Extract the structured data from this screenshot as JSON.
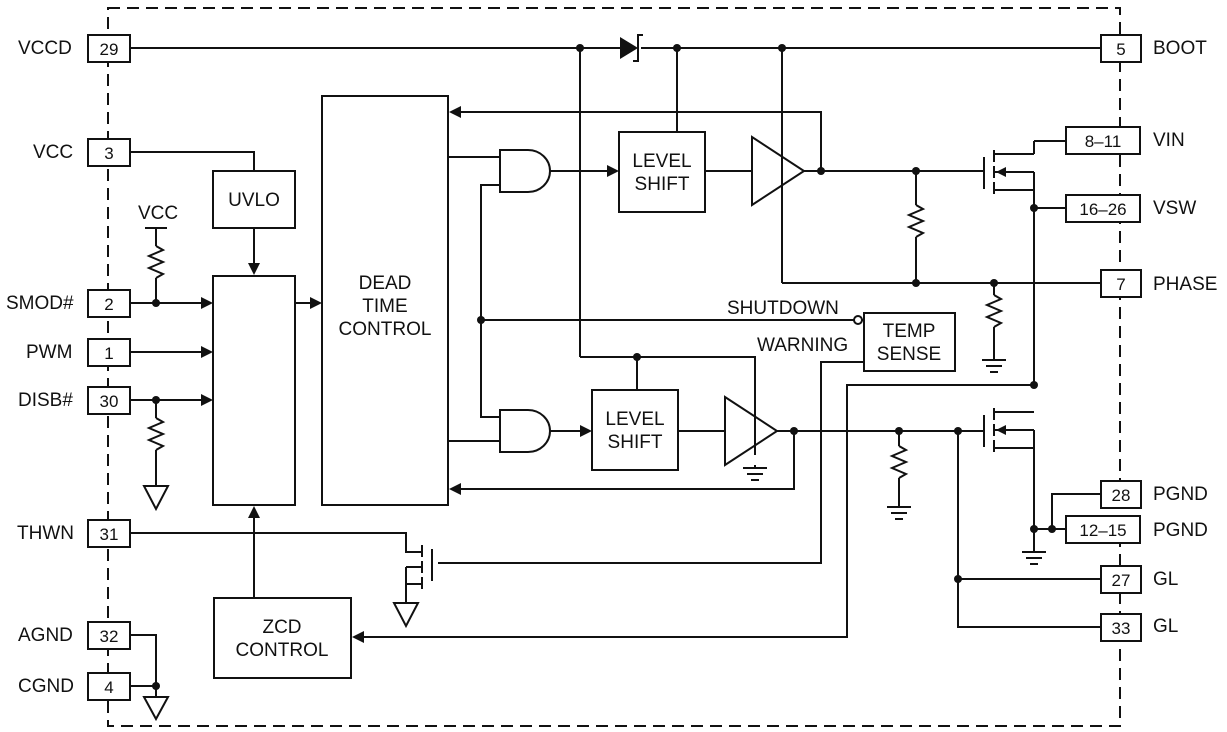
{
  "pins_left": [
    {
      "num": "29",
      "label": "VCCD"
    },
    {
      "num": "3",
      "label": "VCC"
    },
    {
      "num": "2",
      "label": "SMOD#"
    },
    {
      "num": "1",
      "label": "PWM"
    },
    {
      "num": "30",
      "label": "DISB#"
    },
    {
      "num": "31",
      "label": "THWN"
    },
    {
      "num": "32",
      "label": "AGND"
    },
    {
      "num": "4",
      "label": "CGND"
    }
  ],
  "pins_right": [
    {
      "num": "5",
      "label": "BOOT"
    },
    {
      "num": "8–11",
      "label": "VIN"
    },
    {
      "num": "16–26",
      "label": "VSW"
    },
    {
      "num": "7",
      "label": "PHASE"
    },
    {
      "num": "28",
      "label": "PGND"
    },
    {
      "num": "12–15",
      "label": "PGND"
    },
    {
      "num": "27",
      "label": "GL"
    },
    {
      "num": "33",
      "label": "GL"
    }
  ],
  "blocks": {
    "uvlo": "UVLO",
    "dead_time": [
      "DEAD",
      "TIME",
      "CONTROL"
    ],
    "level_shift_high": [
      "LEVEL",
      "SHIFT"
    ],
    "level_shift_low": [
      "LEVEL",
      "SHIFT"
    ],
    "temp_sense": [
      "TEMP",
      "SENSE"
    ],
    "zcd": [
      "ZCD",
      "CONTROL"
    ]
  },
  "signals": {
    "vcc_pullup": "VCC",
    "shutdown": "SHUTDOWN",
    "warning": "WARNING"
  }
}
